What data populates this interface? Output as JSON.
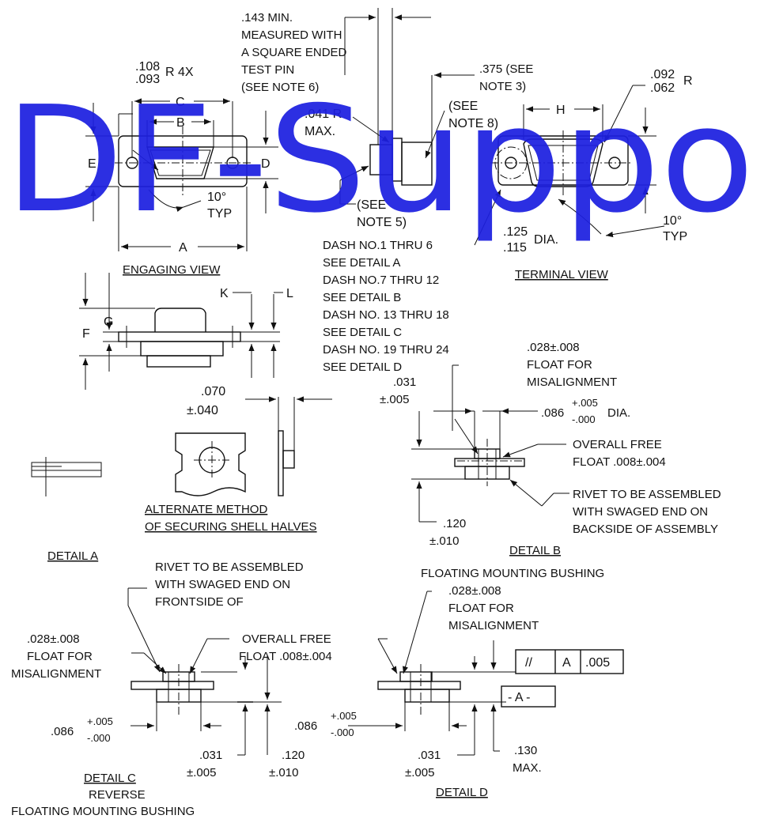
{
  "watermark": "DF-Suppo",
  "views": {
    "engaging_view": "ENGAGING VIEW",
    "terminal_view": "TERMINAL VIEW",
    "alternate_method_line1": "ALTERNATE METHOD",
    "alternate_method_line2": "OF SECURING SHELL HALVES"
  },
  "details": {
    "detail_a": "DETAIL  A",
    "detail_b": "DETAIL  B",
    "detail_b_sub": "FLOATING MOUNTING BUSHING",
    "detail_c": "DETAIL  C",
    "detail_c_sub1": "REVERSE",
    "detail_c_sub2": "FLOATING MOUNTING BUSHING",
    "detail_d": "DETAIL  D"
  },
  "letters": {
    "a": "A",
    "b": "B",
    "c": "C",
    "d": "D",
    "e": "E",
    "f": "F",
    "g": "G",
    "h": "H",
    "k": "K",
    "l": "L"
  },
  "notes": {
    "min_143": ".143 MIN.",
    "measured_1": "MEASURED WITH",
    "measured_2": "A SQUARE ENDED",
    "measured_3": "TEST PIN",
    "measured_4": "(SEE NOTE 6)",
    "r108": ".108",
    "r093": ".093",
    "r4x": "R 4X",
    "r041": ".041 R",
    "max": "MAX.",
    "see_note8_1": "(SEE",
    "see_note8_2": "NOTE 8)",
    "see_note5_1": "(SEE",
    "see_note5_2": "NOTE 5)",
    "d375_1": ".375 (SEE",
    "d375_2": "NOTE 3)",
    "r092": ".092",
    "r062": ".062",
    "r": "R",
    "typ10": "10°",
    "typ": "TYP",
    "dia125": ".125",
    "dia115": ".115",
    "dia": "DIA.",
    "dash_1": "DASH NO.1 THRU 6",
    "dash_2": "SEE DETAIL  A",
    "dash_3": "DASH NO.7 THRU 12",
    "dash_4": "SEE DETAIL  B",
    "dash_5": "DASH NO. 13 THRU 18",
    "dash_6": "SEE DETAIL  C",
    "dash_7": "DASH NO. 19 THRU 24",
    "dash_8": "SEE DETAIL  D",
    "d070": ".070",
    "pm040": "±.040",
    "float_028": ".028±.008",
    "float_for": "FLOAT FOR",
    "misalignment": "MISALIGNMENT",
    "d031": ".031",
    "pm005": "±.005",
    "d086": ".086",
    "plus005": "+.005",
    "minus000": "-.000",
    "overall_free": "OVERALL FREE",
    "float_008": "FLOAT .008±.004",
    "rivet_1": "RIVET TO BE ASSEMBLED",
    "rivet_2": "WITH SWAGED END ON",
    "rivet_3b": "BACKSIDE OF ASSEMBLY",
    "rivet_3c": "FRONTSIDE OF",
    "d120": ".120",
    "pm010": "±.010",
    "d130": ".130",
    "gdt_parallel": "//",
    "gdt_datum": "A",
    "gdt_tol": ".005",
    "datum_a": "- A -"
  }
}
